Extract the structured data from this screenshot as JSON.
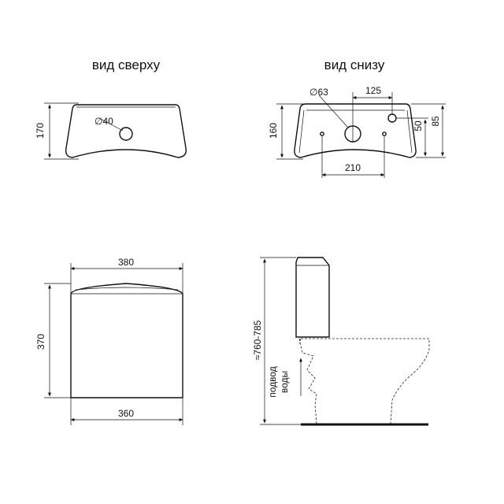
{
  "views": {
    "top": {
      "title": "вид сверху",
      "width_label": "170",
      "hole_label": "∅40"
    },
    "bottom": {
      "title": "вид снизу",
      "hole_label": "∅63",
      "offset_label": "125",
      "height_label": "160",
      "span_label": "210",
      "inner_label": "50",
      "outer_label": "85"
    },
    "front": {
      "top_label": "380",
      "height_label": "370",
      "bottom_label": "360"
    },
    "side": {
      "height_label": "≈760-785",
      "water_label_1": "подвод",
      "water_label_2": "воды"
    }
  }
}
